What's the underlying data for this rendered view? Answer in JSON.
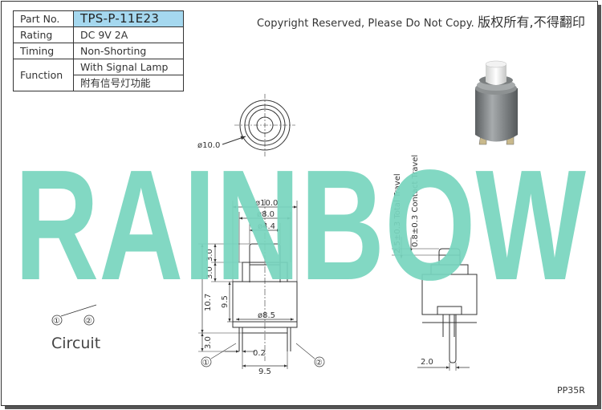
{
  "spec_table": {
    "part_no_label": "Part No.",
    "part_no_value": "TPS-P-11E23",
    "rating_label": "Rating",
    "rating_value": "DC 9V 2A",
    "timing_label": "Timing",
    "timing_value": "Non-Shorting",
    "function_label": "Function",
    "function_value_en": "With Signal Lamp",
    "function_value_cn": "附有信号灯功能"
  },
  "copyright": {
    "en": "Copyright Reserved, Please Do Not Copy.",
    "cn": "版权所有,不得翻印"
  },
  "watermark": "RAINBOW",
  "circuit_label": "Circuit",
  "ref_code": "PP35R",
  "dimensions": {
    "top_view_dia": "ø10.0",
    "body_dia_10": "ø10.0",
    "body_dia_8": "ø8.0",
    "body_dia_4_4": "ø4.4",
    "body_dia_8_5": "ø8.5",
    "h_3_0_a": "3.0",
    "h_3_0_b": "3.0",
    "h_10_7": "10.7",
    "h_9_5": "9.5",
    "h_3_0_c": "3.0",
    "w_0_2": "0.2",
    "w_9_5": "9.5",
    "total_travel": "2.5±0.3 Total Travel",
    "contact_travel": "0.8±0.3 Contact Travel",
    "w_2_0": "2.0"
  },
  "terminals": {
    "t1": "①",
    "t2": "②"
  },
  "colors": {
    "watermark": "#79d5be",
    "table_highlight": "#a5d8ef",
    "line": "#333333"
  }
}
